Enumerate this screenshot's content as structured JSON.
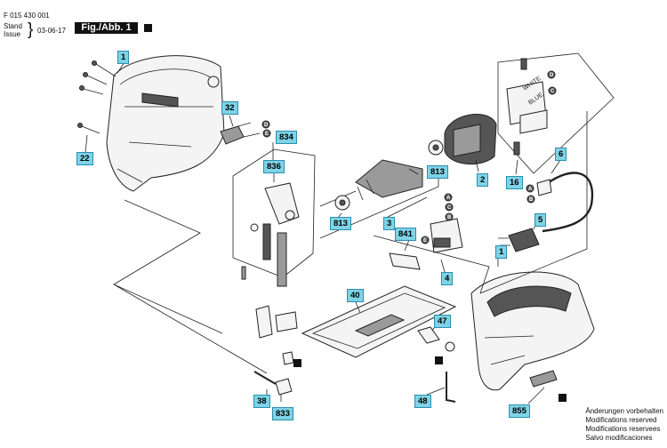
{
  "header": {
    "doc_number": "F 015 430 001",
    "stand_label": "Stand",
    "issue_label": "Issue",
    "date": "03-06-17",
    "figure_label": "Fig./Abb. 1"
  },
  "wire_labels": {
    "white": "WHITE",
    "blue": "BLUE"
  },
  "callouts": {
    "p1a": "1",
    "p32": "32",
    "p22": "22",
    "p834": "834",
    "p836": "836",
    "p813a": "813",
    "p813b": "813",
    "p3": "3",
    "p2": "2",
    "p16": "16",
    "p6": "6",
    "p5": "5",
    "p841": "841",
    "p1b": "1",
    "p4": "4",
    "p40": "40",
    "p47": "47",
    "p38": "38",
    "p833": "833",
    "p48": "48",
    "p855": "855"
  },
  "connector_letters": {
    "a": "A",
    "b": "B",
    "c": "C",
    "d": "D",
    "e": "E"
  },
  "notice": {
    "de": "Änderungen vorbehalten",
    "en": "Modifications reserved",
    "fr": "Modifications reservees",
    "es": "Salvo modificaciones"
  }
}
